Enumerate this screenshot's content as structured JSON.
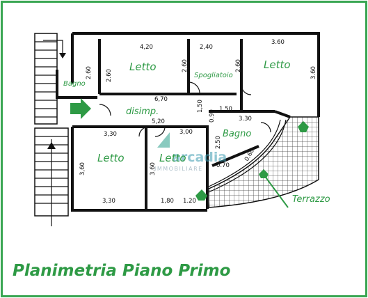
{
  "title": "Planimetria Piano Primo",
  "rooms": {
    "letto_1": "Letto",
    "spogliatoio": "Spogliatoio",
    "letto_2": "Letto",
    "bagno_1": "Bagno",
    "disimpegno": "disimp.",
    "letto_3": "Letto",
    "letto_4": "Letto",
    "bagno_2": "Bagno",
    "terrazzo": "Terrazzo"
  },
  "dimensions": {
    "d_420": "4,20",
    "d_240": "2,40",
    "d_360_top": "3.60",
    "d_260_a": "2.60",
    "d_260_b": "2.60",
    "d_260_c": "2.60",
    "d_360_right": "3.60",
    "d_260_bagno": "2.60",
    "d_670": "6,70",
    "d_520": "5,20",
    "d_150_v": "1,50",
    "d_150_h": "1.50",
    "d_330_a": "3,30",
    "d_300": "3,00",
    "d_330_bagno": "3.30",
    "d_090": "0.90",
    "d_250": "2.50",
    "d_070": "0.70",
    "d_060": "0.60",
    "d_360_l": "3,60",
    "d_360_m": "3.60",
    "d_330_bottom": "3,30",
    "d_180": "1,80",
    "d_120": "1.20"
  },
  "watermark": {
    "brand": "arcadia",
    "sub": "IMMOBILIARE"
  },
  "colors": {
    "accent": "#2e9a45",
    "frame": "#3aa653",
    "line": "#111111"
  }
}
